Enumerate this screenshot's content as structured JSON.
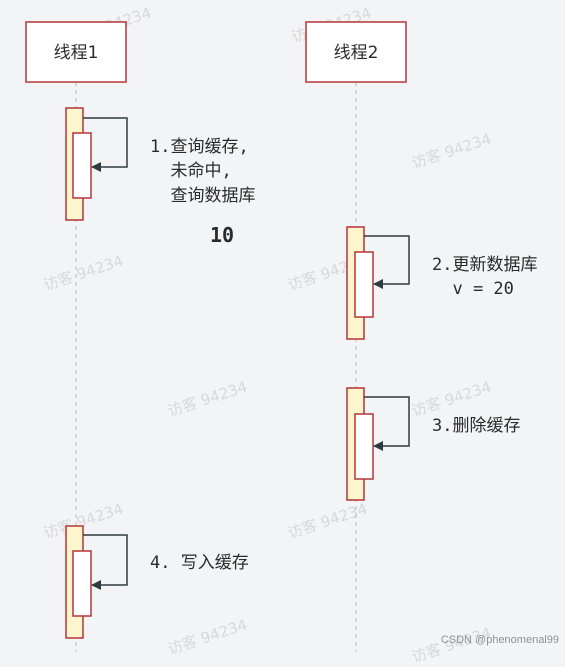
{
  "lifelines": [
    {
      "id": "thread1",
      "label": "线程1"
    },
    {
      "id": "thread2",
      "label": "线程2"
    }
  ],
  "messages": [
    {
      "id": "step1",
      "lines": [
        "1.查询缓存,",
        "  未命中,",
        "  查询数据库"
      ]
    },
    {
      "id": "step2",
      "lines": [
        "2.更新数据库",
        "  v = 20"
      ]
    },
    {
      "id": "step3",
      "lines": [
        "3.删除缓存"
      ]
    },
    {
      "id": "step4",
      "lines": [
        "4. 写入缓存"
      ]
    }
  ],
  "value_note": "10",
  "watermark": "访客 94234",
  "credit": "CSDN @phenomenal99",
  "colors": {
    "box_border": "#b5343a",
    "activation_fill": "#fdf5cc",
    "arrow": "#2f3b42",
    "lifeline": "#b8b8b8",
    "background": "#f3f4f5"
  }
}
